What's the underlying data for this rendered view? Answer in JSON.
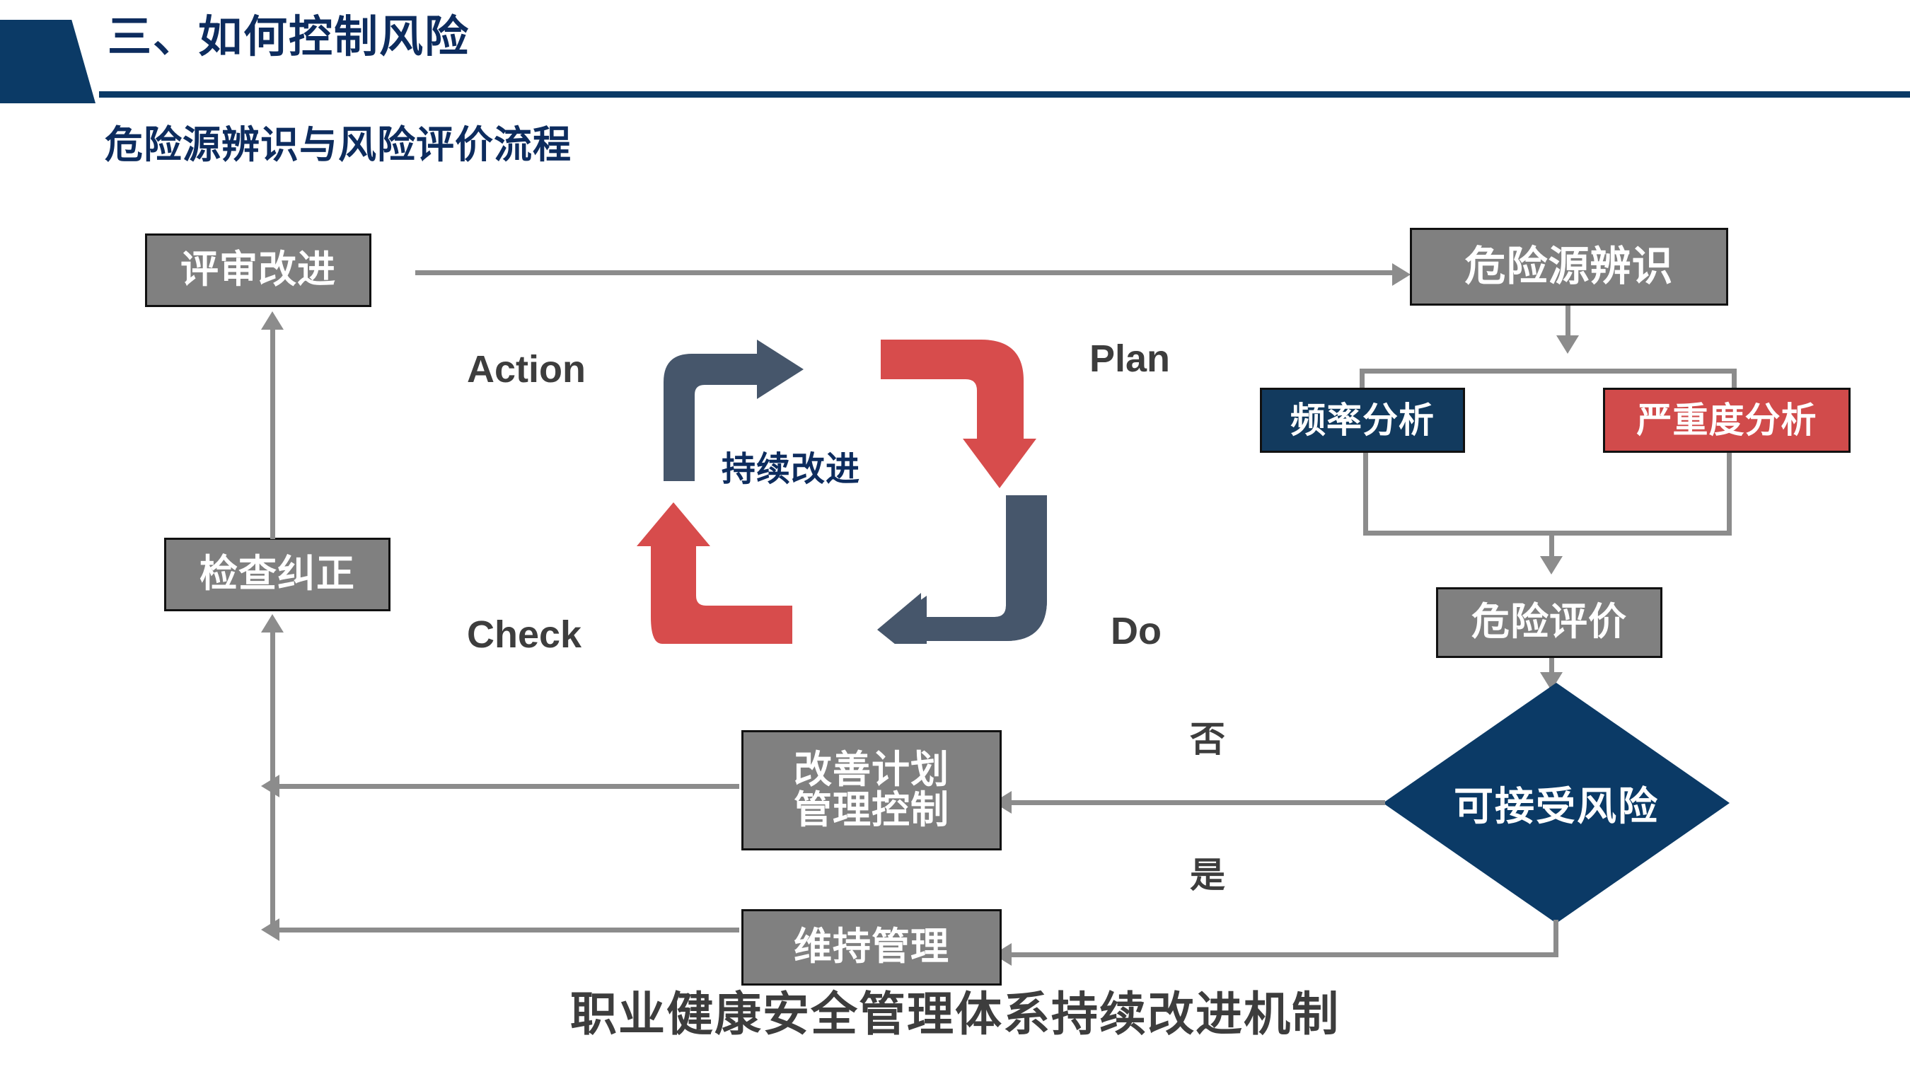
{
  "header": {
    "section_title": "三、如何控制风险",
    "subtitle": "危险源辨识与风险评价流程",
    "accent_color": "#0B3A66",
    "title_color": "#0D2C5E"
  },
  "colors": {
    "grey_box": "#808080",
    "navy_box": "#123A5E",
    "red_box": "#D14B4B",
    "diamond": "#0B3A66",
    "connector": "#8C8C8C",
    "pdca_dark": "#46566B",
    "pdca_red": "#D74C4C"
  },
  "nodes": {
    "review_improve": "评审改进",
    "check_correct": "检查纠正",
    "hazard_identification": "危险源辨识",
    "frequency_analysis": "频率分析",
    "severity_analysis": "严重度分析",
    "risk_evaluation": "危险评价",
    "acceptable_risk": "可接受风险",
    "improvement_plan_line1": "改善计划",
    "improvement_plan_line2": "管理控制",
    "maintain_management": "维持管理"
  },
  "pdca": {
    "action": "Action",
    "plan": "Plan",
    "check": "Check",
    "do": "Do",
    "center_label": "持续改进"
  },
  "branch_labels": {
    "no": "否",
    "yes": "是"
  },
  "caption": "职业健康安全管理体系持续改进机制"
}
